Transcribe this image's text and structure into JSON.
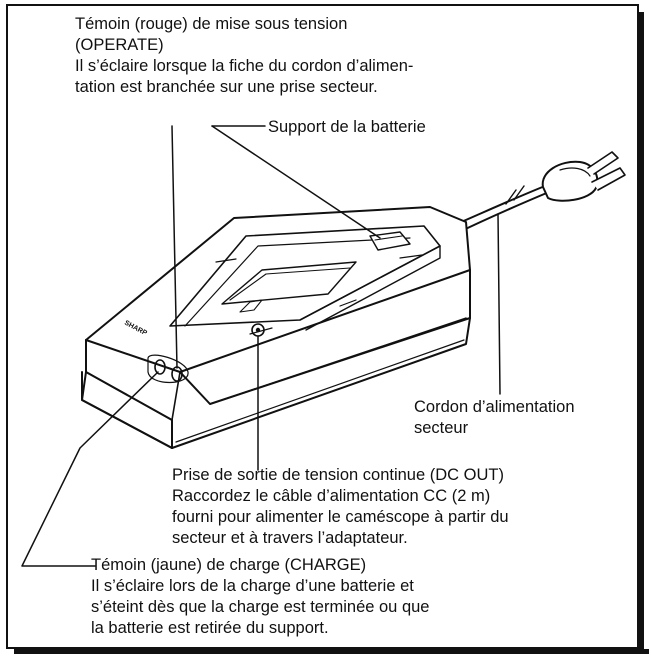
{
  "labels": {
    "operate": {
      "title": "Témoin (rouge) de mise sous tension",
      "code": "(OPERATE)",
      "desc_line1": "Il s’éclaire lorsque la fiche du cordon d’alimen-",
      "desc_line2": "tation est branchée sur une prise secteur."
    },
    "battery_support": "Support de la batterie",
    "power_cord": {
      "line1": "Cordon d’alimentation",
      "line2": "secteur"
    },
    "dc_out": {
      "title": "Prise de sortie de tension continue (DC OUT)",
      "desc_line1": "Raccordez le câble d’alimentation CC (2 m)",
      "desc_line2": "fourni pour alimenter le caméscope à partir du",
      "desc_line3": "secteur et à travers l’adaptateur."
    },
    "charge": {
      "title": "Témoin (jaune) de charge (CHARGE)",
      "desc_line1": "Il s’éclaire lors de la charge d’une batterie et",
      "desc_line2": "s’éteint dès que la charge est terminée ou que",
      "desc_line3": "la batterie est retirée du support."
    }
  },
  "device": {
    "brand": "SHARP"
  }
}
